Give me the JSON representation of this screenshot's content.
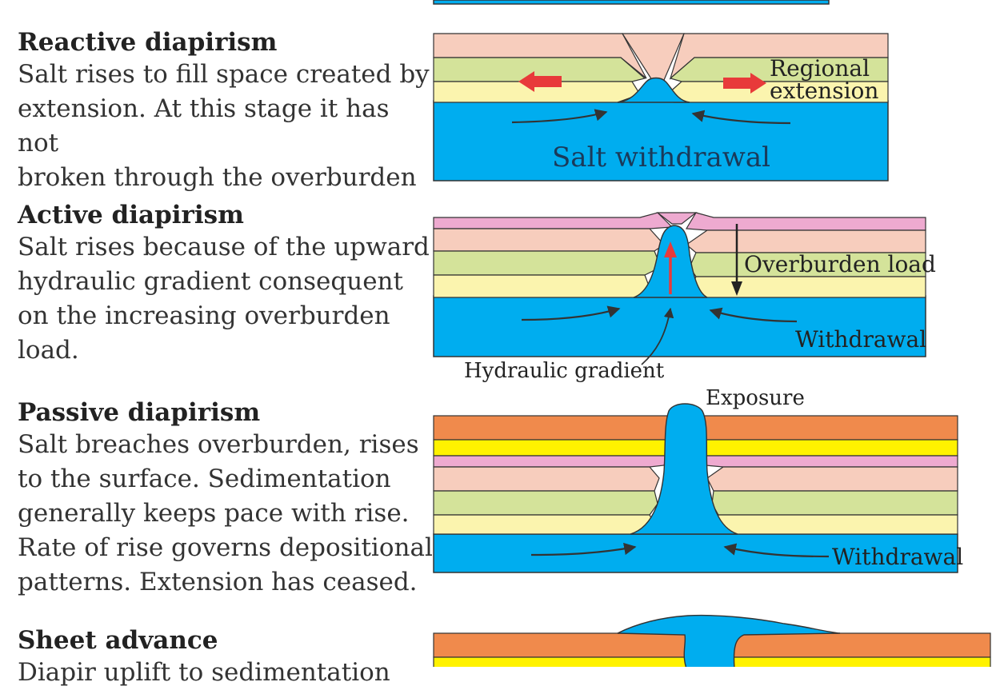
{
  "stages": [
    {
      "title": "Reactive diapirism",
      "description": [
        "Salt rises to fill space created by",
        "extension. At this stage it has not",
        "broken through the overburden"
      ]
    },
    {
      "title": "Active diapirism",
      "description": [
        "Salt rises because of the upward",
        "hydraulic gradient consequent",
        "on the increasing overburden",
        "load."
      ]
    },
    {
      "title": "Passive diapirism",
      "description": [
        "Salt breaches overburden, rises",
        "to the surface. Sedimentation",
        "generally keeps pace with rise.",
        "Rate of rise governs depositional",
        "patterns. Extension has ceased."
      ]
    },
    {
      "title": "Sheet advance",
      "description": [
        "Diapir uplift to sedimentation"
      ]
    }
  ],
  "labels": {
    "regional_extension_1": "Regional",
    "regional_extension_2": "extension",
    "salt_withdrawal": "Salt withdrawal",
    "overburden_load": "Overburden load",
    "withdrawal_2": "Withdrawal",
    "hydraulic_gradient": "Hydraulic gradient",
    "exposure": "Exposure",
    "withdrawal_3": "Withdrawal"
  },
  "colors": {
    "salt": "#00adef",
    "pink_light": "#f7cdbd",
    "green": "#d4e39a",
    "yellow_pale": "#fbf4ae",
    "pink": "#eeaad0",
    "orange": "#f08a4c",
    "yellow": "#fff200",
    "arrow_red": "#e83a3a",
    "outline": "#333333"
  }
}
